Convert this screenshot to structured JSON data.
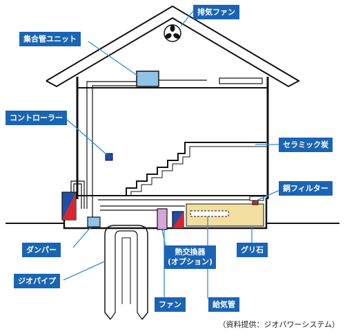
{
  "labels": {
    "exhaust_fan": "排気ファン",
    "collector_unit": "集合管ユニット",
    "controller": "コントローラー",
    "ceramic_charcoal": "セラミック炭",
    "copper_filter": "銅フィルター",
    "damper": "ダンパー",
    "geo_pipe": "ジオパイプ",
    "heat_exchanger": "熱交換器",
    "heat_exchanger_option": "(オプション)",
    "grill_stone": "グリ石",
    "fan": "ファン",
    "supply_pipe": "給気管"
  },
  "credit": "（資料提供：ジオパワーシステム）",
  "colors": {
    "label_bg": "#1a64b4",
    "label_text": "#ffffff",
    "leader_line": "#2a8fd6",
    "unit_box": "#8fc3ea",
    "heat_exchanger": "#d6a6d8",
    "gravel": "#f2dfa0",
    "red_block": "#d8262c",
    "blue_block": "#1e4fa8"
  },
  "icons": [
    "fan-icon"
  ]
}
